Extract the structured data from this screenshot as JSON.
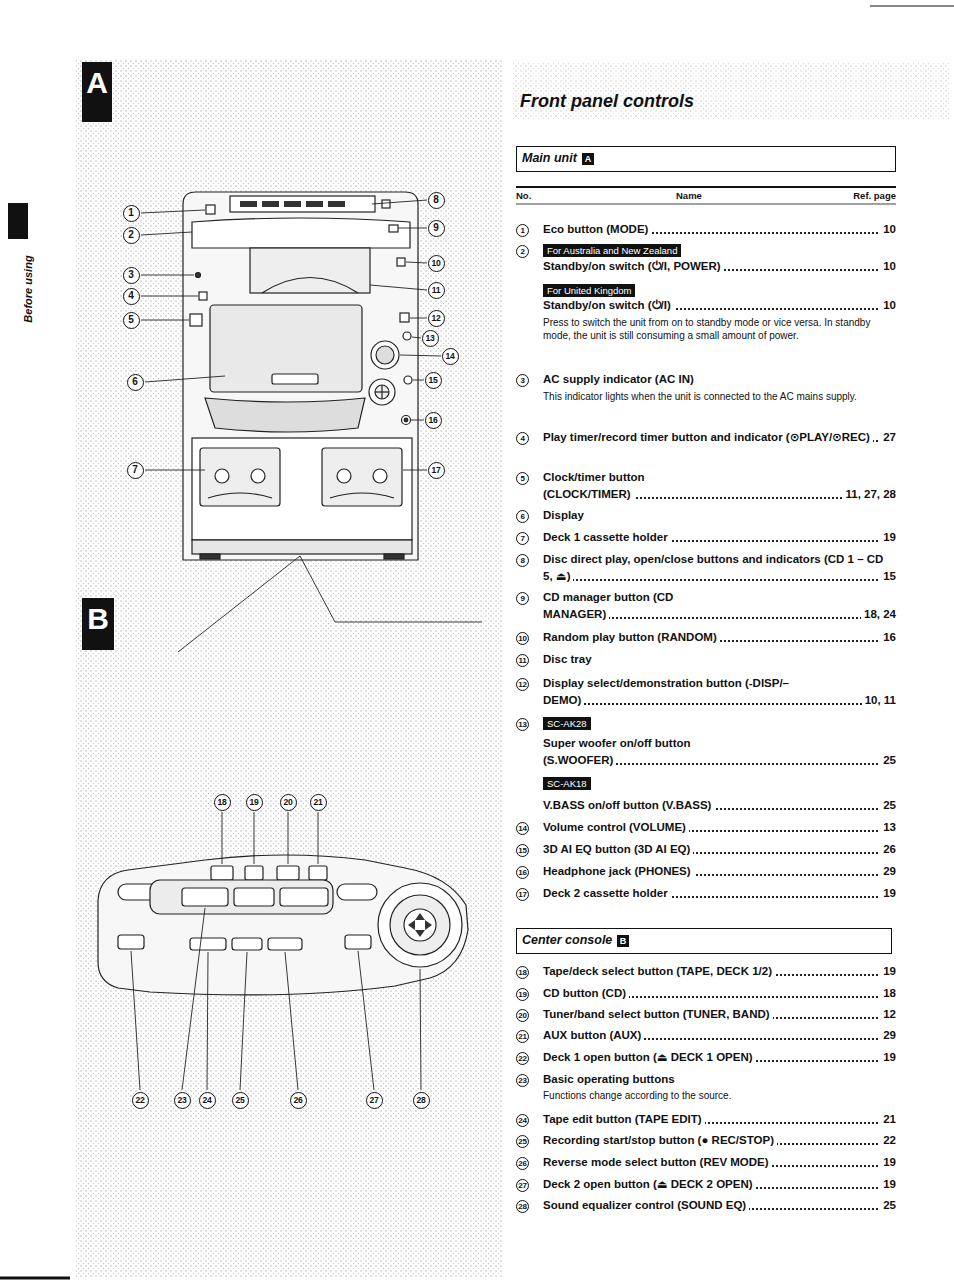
{
  "diagram": {
    "title": "Front panel controls",
    "nodes": [
      {
        "text": [
          "A"
        ]
      },
      {
        "text": [
          "Main unit"
        ]
      },
      {
        "text": [
          "A"
        ],
        "in": 1
      },
      {
        "text": [
          "For Australia and New Zealand"
        ]
      },
      {
        "text": [
          "For United Kingdom"
        ]
      },
      {
        "text": [
          "SC-AK28"
        ]
      },
      {
        "text": [
          "SC-AK18"
        ]
      },
      {
        "text": [
          "B"
        ]
      },
      {
        "text": [
          "Center console"
        ]
      },
      {
        "text": [
          "B"
        ],
        "in": 8
      }
    ],
    "labels": [
      "Before using",
      "1",
      "2",
      "3",
      "4",
      "5",
      "6",
      "7",
      "8",
      "9",
      "10",
      "11",
      "12",
      "13",
      "14",
      "15",
      "16",
      "17",
      "18",
      "19",
      "20",
      "21",
      "22",
      "23",
      "24",
      "25",
      "26",
      "27",
      "28",
      "No.",
      "Name",
      "Ref. page",
      "1",
      "Eco button (MODE)",
      "10",
      "2",
      "Standby/on switch (⏻/I, POWER)",
      "10",
      "Standby/on switch (⏻/I)",
      "10",
      "Press to switch the unit from on to standby mode or vice versa. In standby mode, the unit is still consuming a small amount of power.",
      "3",
      "AC supply indicator (AC IN)",
      "This indicator lights when the unit is connected to the AC mains supply.",
      "4",
      "Play timer/record timer button and indicator (⊙PLAY/⊙REC)",
      "27",
      "5",
      "Clock/timer button (CLOCK/TIMER)",
      "11, 27, 28",
      "6",
      "Display",
      "7",
      "Deck 1 cassette holder",
      "19",
      "8",
      "Disc direct play, open/close buttons and indicators (CD 1 – CD 5, ⏏)",
      "15",
      "9",
      "CD manager button (CD MANAGER)",
      "18, 24",
      "10",
      "Random play button (RANDOM)",
      "16",
      "11",
      "Disc tray",
      "12",
      "Display select/demonstration button (-DISP/–DEMO)",
      "10, 11",
      "13",
      "Super woofer on/off button (S.WOOFER)",
      "25",
      "V.BASS on/off button (V.BASS)",
      "25",
      "14",
      "Volume control (VOLUME)",
      "13",
      "15",
      "3D AI EQ button (3D AI EQ)",
      "26",
      "16",
      "Headphone jack (PHONES)",
      "29",
      "17",
      "Deck 2 cassette holder",
      "19",
      "18",
      "Tape/deck select button (TAPE, DECK 1/2)",
      "19",
      "19",
      "CD button (CD)",
      "18",
      "20",
      "Tuner/band select button (TUNER, BAND)",
      "12",
      "21",
      "AUX button (AUX)",
      "29",
      "22",
      "Deck 1 open button (⏏ DECK 1 OPEN)",
      "19",
      "23",
      "Basic operating buttons",
      "Functions change according to the source.",
      "24",
      "Tape edit button (TAPE EDIT)",
      "21",
      "25",
      "Recording start/stop button (● REC/STOP)",
      "22",
      "26",
      "Reverse mode select button (REV MODE)",
      "19",
      "27",
      "Deck 2 open button (⏏ DECK 2 OPEN)",
      "19",
      "28",
      "Sound equalizer control (SOUND EQ)",
      "25"
    ]
  }
}
